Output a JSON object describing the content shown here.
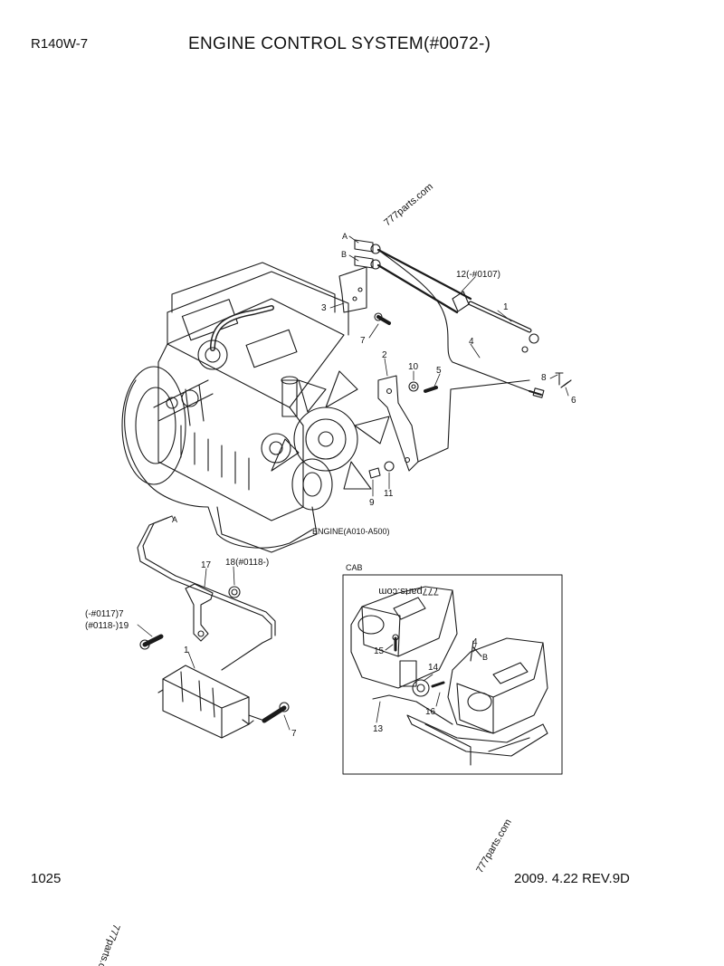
{
  "header": {
    "model": "R140W-7",
    "title": "ENGINE CONTROL SYSTEM(#0072-)"
  },
  "footer": {
    "page_number": "1025",
    "revision": "2009. 4.22  REV.9D"
  },
  "watermark": "777parts.com",
  "diagram": {
    "engine_label": "ENGINE(A010-A500)",
    "cab_label": "CAB",
    "ref_a": "A",
    "ref_b": "B",
    "callouts_top": [
      {
        "id": "c-1",
        "text": "1"
      },
      {
        "id": "c-2",
        "text": "2"
      },
      {
        "id": "c-3",
        "text": "3"
      },
      {
        "id": "c-4",
        "text": "4"
      },
      {
        "id": "c-5",
        "text": "5"
      },
      {
        "id": "c-6",
        "text": "6"
      },
      {
        "id": "c-7",
        "text": "7"
      },
      {
        "id": "c-8",
        "text": "8"
      },
      {
        "id": "c-9",
        "text": "9"
      },
      {
        "id": "c-10",
        "text": "10"
      },
      {
        "id": "c-11",
        "text": "11"
      },
      {
        "id": "c-12",
        "text": "12(-#0107)"
      }
    ],
    "callouts_lower": [
      {
        "id": "c-1b",
        "text": "1"
      },
      {
        "id": "c-7b",
        "text": "7"
      },
      {
        "id": "c-17",
        "text": "17"
      },
      {
        "id": "c-18",
        "text": "18(#0118-)"
      },
      {
        "id": "c-7a",
        "text": "(-#0117)7"
      },
      {
        "id": "c-19",
        "text": "(#0118-)19"
      }
    ],
    "callouts_cab": [
      {
        "id": "c-4c",
        "text": "4"
      },
      {
        "id": "c-13",
        "text": "13"
      },
      {
        "id": "c-14",
        "text": "14"
      },
      {
        "id": "c-15",
        "text": "15"
      },
      {
        "id": "c-16",
        "text": "16"
      }
    ]
  }
}
